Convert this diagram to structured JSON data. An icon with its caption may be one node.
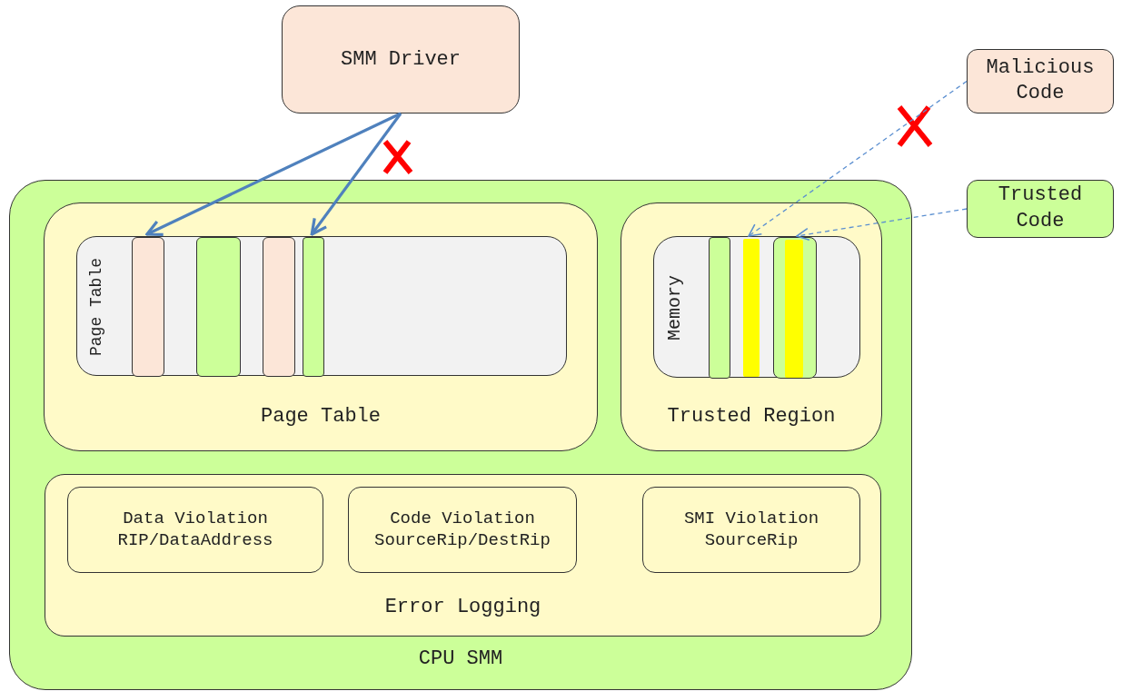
{
  "diagram": {
    "nodes": [
      {
        "text": [
          "SMM Driver"
        ]
      },
      {
        "text": [
          "Malicious Code"
        ]
      },
      {
        "text": [
          "Trusted Code"
        ]
      },
      {
        "text": [
          "CPU SMM"
        ]
      },
      {
        "text": [
          "Page Table"
        ],
        "in": 3
      },
      {
        "text": [
          "Page Table"
        ],
        "in": 4
      },
      {
        "text": [],
        "shape": "bar",
        "in": 5
      },
      {
        "text": [],
        "shape": "bar",
        "in": 5
      },
      {
        "text": [],
        "shape": "bar",
        "in": 5
      },
      {
        "text": [],
        "shape": "bar",
        "in": 5
      },
      {
        "text": [
          "Trusted Region"
        ],
        "in": 3
      },
      {
        "text": [
          "Memory"
        ],
        "in": 10
      },
      {
        "text": [],
        "shape": "bar",
        "in": 11
      },
      {
        "text": [],
        "shape": "bar",
        "in": 11
      },
      {
        "text": [],
        "shape": "bar",
        "in": 11
      },
      {
        "text": [],
        "shape": "bar",
        "in": 14
      },
      {
        "text": [
          "Error Logging"
        ],
        "in": 3
      },
      {
        "text": [
          "Data Violation RIP/DataAddress"
        ],
        "in": 16
      },
      {
        "text": [
          "Code Violation SourceRip/DestRip"
        ],
        "in": 16
      },
      {
        "text": [
          "SMI Violation SourceRip"
        ],
        "in": 16
      }
    ],
    "edges": [
      {
        "from": 0,
        "to": 6,
        "arrow": "to",
        "style": "thick"
      },
      {
        "from": 0,
        "to": 9,
        "arrow": "to",
        "style": "thick"
      },
      {
        "from": 1,
        "to": 13,
        "arrow": "to",
        "style": "dashed"
      },
      {
        "from": 2,
        "to": 15,
        "arrow": "to",
        "style": "dashed"
      }
    ]
  }
}
